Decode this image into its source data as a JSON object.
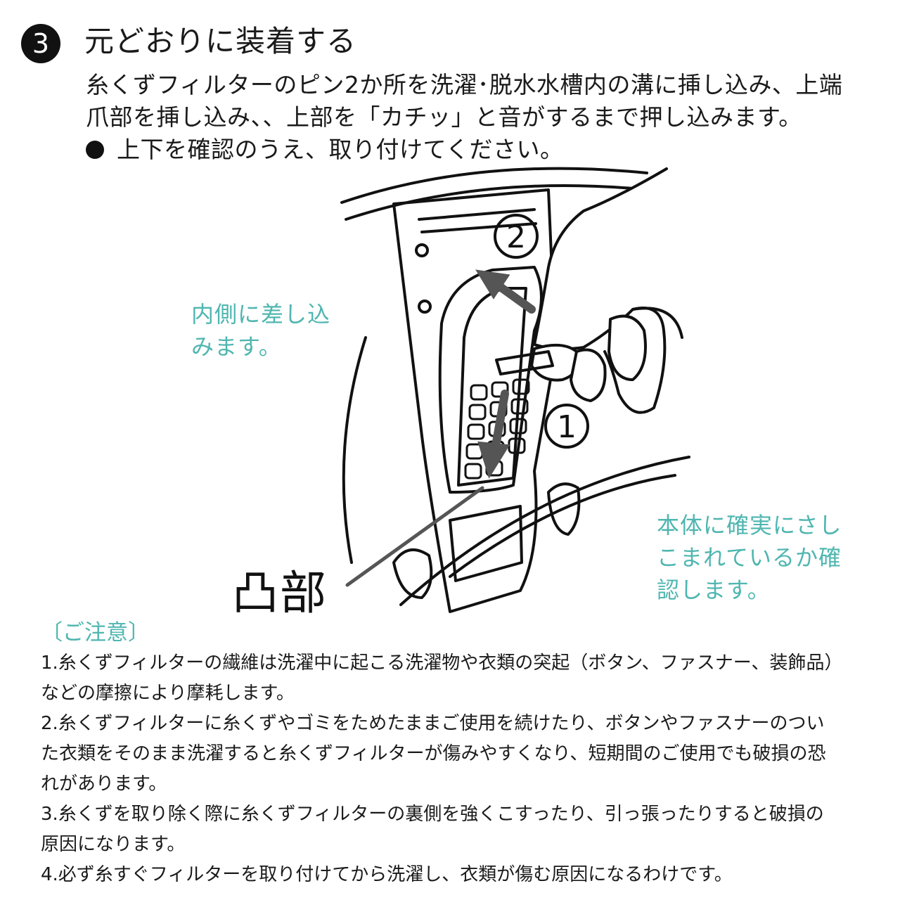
{
  "step": {
    "number": "3",
    "title": "元どおりに装着する"
  },
  "instructions": {
    "line1": "糸くずフィルターのピン2か所を洗濯･脱水水槽内の溝に挿し込み、上端",
    "line2": "爪部を挿し込み、、上部を「カチッ」と音がするまで押し込みます。",
    "note": "上下を確認のうえ、取り付けてください。"
  },
  "illustration": {
    "marker1": "1",
    "marker2": "2",
    "callout_inner": [
      "内側に差し込",
      "みます。"
    ],
    "callout_body": [
      "本体に確実にさし",
      "こまれているか確",
      "認します。"
    ],
    "protrusion_label": "凸部",
    "accent_color": "#4fb6b0",
    "line_color": "#111111",
    "arrow_color": "#555555"
  },
  "caution": {
    "heading": "〔ご注意〕",
    "lines": [
      "1.糸くずフィルターの繊維は洗濯中に起こる洗濯物や衣類の突起（ボタン、ファスナー、装飾品）",
      "などの摩擦により摩耗します。",
      "2.糸くずフィルターに糸くずやゴミをためたままご使用を続けたり、ボタンやファスナーのつい",
      "た衣類をそのまま洗濯すると糸くずフィルターが傷みやすくなり、短期間のご使用でも破損の恐",
      "れがあります。",
      "3.糸くずを取り除く際に糸くずフィルターの裏側を強くこすったり、引っ張ったりすると破損の",
      "原因になります。",
      "4.必ず糸すぐフィルターを取り付けてから洗濯し、衣類が傷む原因になるわけです。"
    ]
  }
}
